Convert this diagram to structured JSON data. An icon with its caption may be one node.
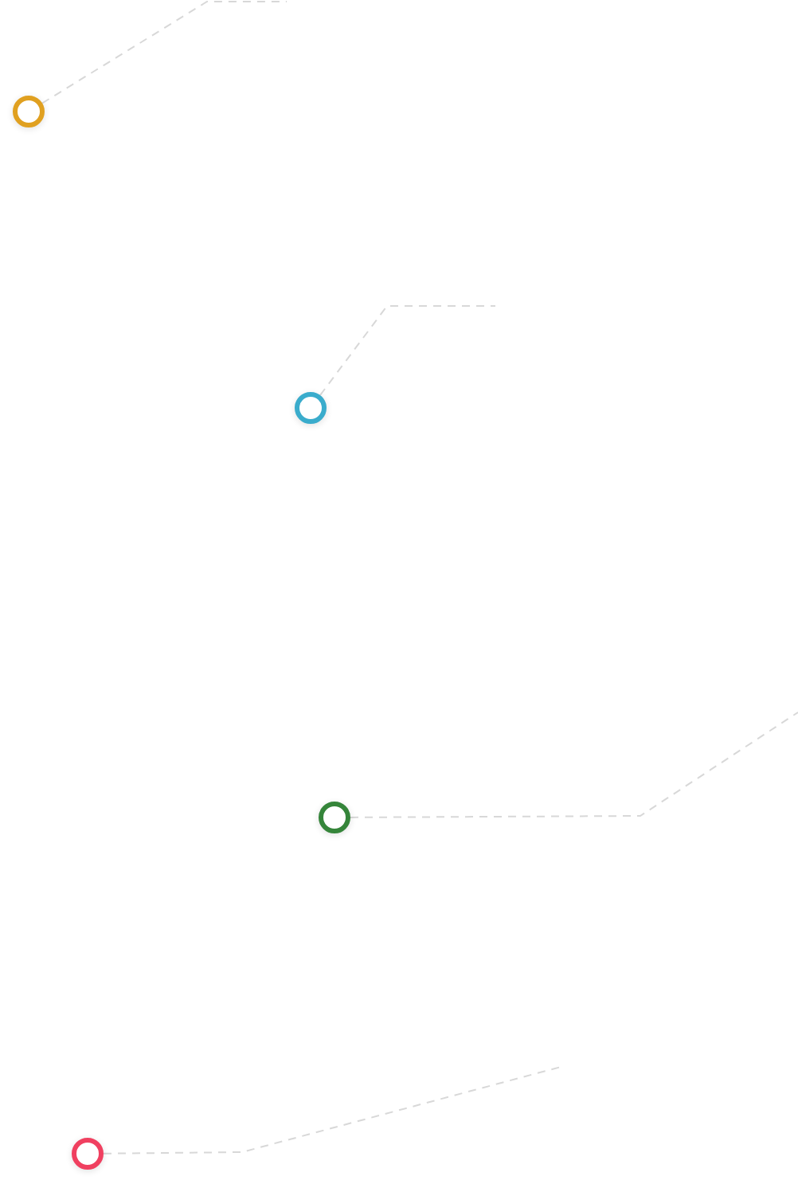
{
  "diagram": {
    "nodes": [
      {
        "text": [],
        "shape": "circle"
      },
      {
        "text": [],
        "shape": "circle"
      },
      {
        "text": [],
        "shape": "circle"
      },
      {
        "text": [],
        "shape": "circle"
      }
    ],
    "edges": [
      {
        "from": 0,
        "to": null,
        "arrow": "none",
        "style": "dashed"
      },
      {
        "from": 1,
        "to": null,
        "arrow": "none",
        "style": "dashed"
      },
      {
        "from": 2,
        "to": null,
        "arrow": "none",
        "style": "dashed"
      },
      {
        "from": 3,
        "to": null,
        "arrow": "none",
        "style": "dashed"
      }
    ]
  }
}
